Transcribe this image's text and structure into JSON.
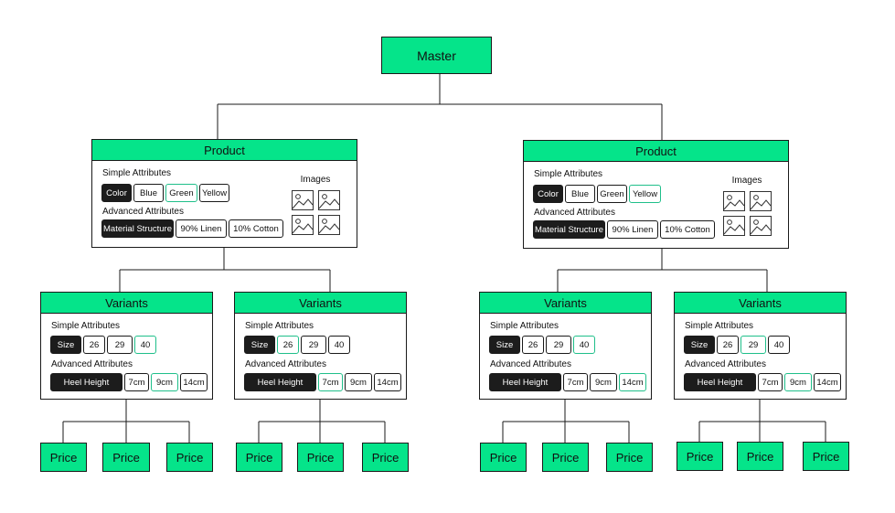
{
  "master": {
    "label": "Master"
  },
  "product_title": "Product",
  "variant_title": "Variants",
  "price_label": "Price",
  "section_labels": {
    "simple": "Simple Attributes",
    "advanced": "Advanced Attributes",
    "images": "Images"
  },
  "products": [
    {
      "simple": [
        {
          "label": "Color",
          "style": "dark"
        },
        {
          "label": "Blue",
          "style": "plain"
        },
        {
          "label": "Green",
          "style": "selected"
        },
        {
          "label": "Yellow",
          "style": "plain"
        }
      ],
      "advanced": [
        {
          "label": "Material Structure",
          "style": "dark"
        },
        {
          "label": "90% Linen",
          "style": "plain"
        },
        {
          "label": "10% Cotton",
          "style": "plain"
        }
      ],
      "images": [
        "image-icon",
        "image-icon",
        "image-icon",
        "image-icon"
      ]
    },
    {
      "simple": [
        {
          "label": "Color",
          "style": "dark"
        },
        {
          "label": "Blue",
          "style": "plain"
        },
        {
          "label": "Green",
          "style": "plain"
        },
        {
          "label": "Yellow",
          "style": "selected"
        }
      ],
      "advanced": [
        {
          "label": "Material Structure",
          "style": "dark"
        },
        {
          "label": "90% Linen",
          "style": "plain"
        },
        {
          "label": "10% Cotton",
          "style": "plain"
        }
      ],
      "images": [
        "image-icon",
        "image-icon",
        "image-icon",
        "image-icon"
      ]
    }
  ],
  "variants": [
    {
      "simple": [
        {
          "label": "Size",
          "style": "dark"
        },
        {
          "label": "26",
          "style": "plain"
        },
        {
          "label": "29",
          "style": "plain"
        },
        {
          "label": "40",
          "style": "selected"
        }
      ],
      "advanced": [
        {
          "label": "Heel Height",
          "style": "dark"
        },
        {
          "label": "7cm",
          "style": "plain"
        },
        {
          "label": "9cm",
          "style": "selected"
        },
        {
          "label": "14cm",
          "style": "plain"
        }
      ]
    },
    {
      "simple": [
        {
          "label": "Size",
          "style": "dark"
        },
        {
          "label": "26",
          "style": "selected"
        },
        {
          "label": "29",
          "style": "plain"
        },
        {
          "label": "40",
          "style": "plain"
        }
      ],
      "advanced": [
        {
          "label": "Heel Height",
          "style": "dark"
        },
        {
          "label": "7cm",
          "style": "selected"
        },
        {
          "label": "9cm",
          "style": "plain"
        },
        {
          "label": "14cm",
          "style": "plain"
        }
      ]
    },
    {
      "simple": [
        {
          "label": "Size",
          "style": "dark"
        },
        {
          "label": "26",
          "style": "plain"
        },
        {
          "label": "29",
          "style": "plain"
        },
        {
          "label": "40",
          "style": "selected"
        }
      ],
      "advanced": [
        {
          "label": "Heel Height",
          "style": "dark"
        },
        {
          "label": "7cm",
          "style": "plain"
        },
        {
          "label": "9cm",
          "style": "plain"
        },
        {
          "label": "14cm",
          "style": "selected"
        }
      ]
    },
    {
      "simple": [
        {
          "label": "Size",
          "style": "dark"
        },
        {
          "label": "26",
          "style": "plain"
        },
        {
          "label": "29",
          "style": "selected"
        },
        {
          "label": "40",
          "style": "plain"
        }
      ],
      "advanced": [
        {
          "label": "Heel Height",
          "style": "dark"
        },
        {
          "label": "7cm",
          "style": "plain"
        },
        {
          "label": "9cm",
          "style": "selected"
        },
        {
          "label": "14cm",
          "style": "plain"
        }
      ]
    }
  ],
  "colors": {
    "accent_green": "#05e48a",
    "dark_chip": "#1c1c1c",
    "selected_border": "#1fbf8a",
    "outline": "#1a1a1a"
  }
}
